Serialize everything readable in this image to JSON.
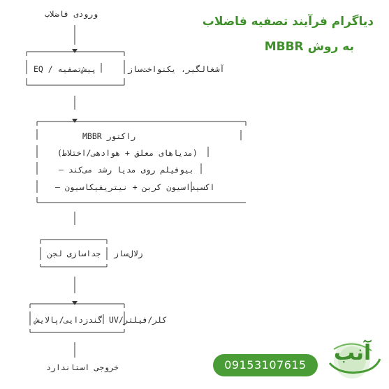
{
  "title": {
    "line1": "دیاگرام فرآیند تصفیه فاضلاب",
    "line2": "به روش MBBR"
  },
  "nodes": {
    "input": "ورودی فاضلاب",
    "pretreatment": {
      "label_inside": "EQ / پیش‌تصفیه",
      "label_side": "آشغالگیر، یکنواخت‌ساز"
    },
    "reactor": {
      "title": "MBBR راکتور",
      "line1": "(مدیاهای معلق + هوادهی/اختلاط)",
      "line2": "بیوفیلم روی مدیا رشد می‌کند –",
      "line3": "اکسیداسیون کربن + نیتریفیکاسیون –"
    },
    "clarifier": {
      "label_inside": "جداسازی لجن",
      "label_side": "زلال‌ساز"
    },
    "disinfection": {
      "label_inside": "گندزدایی/پالایش",
      "label_side": "کلر/فیلتر/UV"
    },
    "output": "خروجی استاندارد"
  },
  "footer": {
    "phone": "09153107615",
    "logo_text": "آنب",
    "logo_icon": "water-drop-logo-icon",
    "accent_color": "#4a9d36"
  }
}
